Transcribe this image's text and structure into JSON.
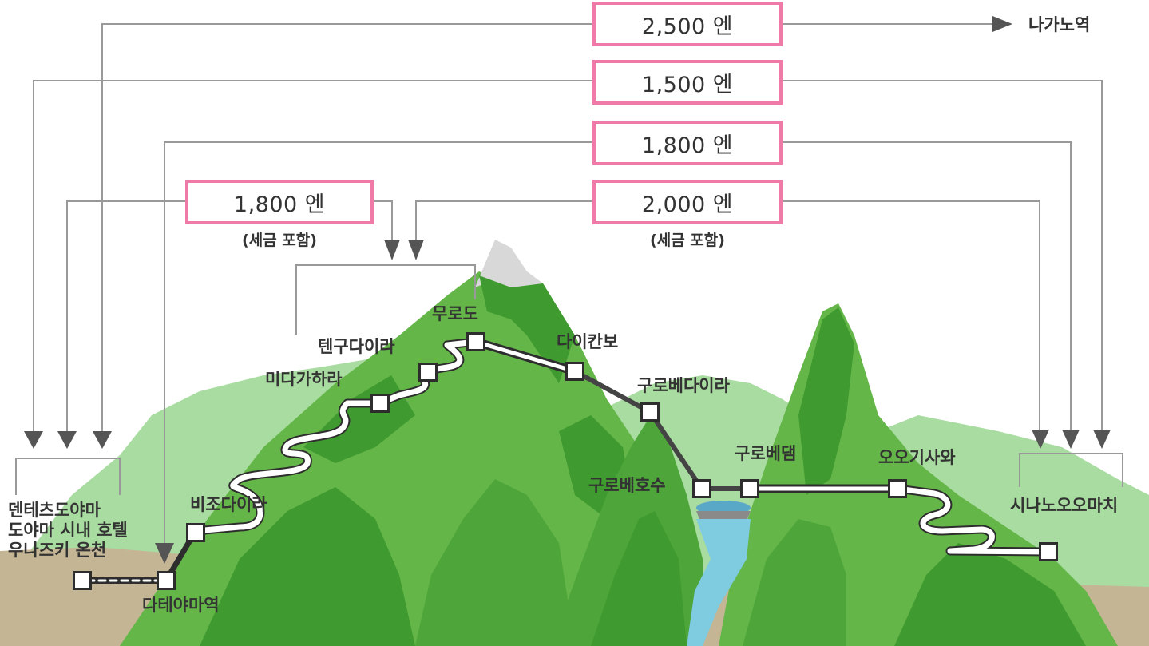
{
  "fares": {
    "f1": {
      "amount": "2,500 엔"
    },
    "f2": {
      "amount": "1,500 엔"
    },
    "f3": {
      "amount": "1,800 엔"
    },
    "f4": {
      "amount": "1,800 엔",
      "note": "(세금 포함)"
    },
    "f5": {
      "amount": "2,000 엔",
      "note": "(세금 포함)"
    }
  },
  "destinations": {
    "nagano": "나가노역"
  },
  "stations": {
    "dentetsu_1": "덴테츠도야마",
    "dentetsu_2": "도야마 시내 호텔",
    "dentetsu_3": "우나즈키 온천",
    "tateyama": "다테야마역",
    "bijodaira": "비조다이라",
    "midagahara": "미다가하라",
    "tengudaira": "텐구다이라",
    "murodo": "무로도",
    "daikanbo": "다이칸보",
    "kurobedaira": "구로베다이라",
    "kurobeko": "구로베호수",
    "kurobedam": "구로베댐",
    "ogisawa": "오오기사와",
    "shinano": "시나노오오마치"
  },
  "colors": {
    "fare_border": "#ef7aa8",
    "mountain_dark": "#3f9a2f",
    "mountain_mid": "#64b648",
    "mountain_light": "#a8dca0",
    "ground": "#c4b594",
    "water": "#7fcbe0",
    "line": "#999999"
  }
}
